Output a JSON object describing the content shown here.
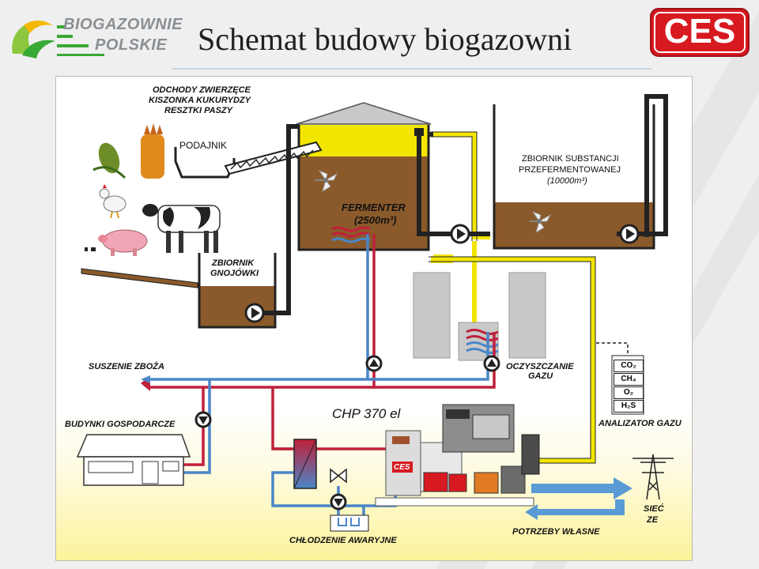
{
  "header": {
    "logo_line1": "BIOGAZOWNIE",
    "logo_line2": "POLSKIE",
    "title": "Schemat budowy biogazowni",
    "ces_logo": "CES"
  },
  "diagram": {
    "feedstock": [
      "ODCHODY ZWIERZĘCE",
      "KISZONKA KUKURYDZY",
      "RESZTKI PASZY"
    ],
    "feeder": "PODAJNIK",
    "fermenter_name": "FERMENTER",
    "fermenter_volume": "(2500m³)",
    "storage_line1": "ZBIORNIK SUBSTANCJI",
    "storage_line2": "PRZEFERMENTOWANEJ",
    "storage_volume": "(10000m³)",
    "slurry_line1": "ZBIORNIK",
    "slurry_line2": "GNOJÓWKI",
    "grain_drying": "SUSZENIE ZBOŻA",
    "farm_buildings": "BUDYNKI GOSPODARCZE",
    "chp": "CHP 370 el",
    "gas_cleaning_line1": "OCZYSZCZANIE",
    "gas_cleaning_line2": "GAZU",
    "gas_components": [
      "CO₂",
      "CH₄",
      "O₂",
      "H₂S"
    ],
    "gas_analyzer": "ANALIZATOR GAZU",
    "grid_line1": "SIEĆ",
    "grid_line2": "ZE",
    "own_needs": "POTRZEBY WŁASNE",
    "emergency_cooling": "CHŁODZENIE AWARYJNE",
    "engine_badge": "CES"
  },
  "colors": {
    "digestate": "#8b5a2b",
    "biogas": "#f2e600",
    "hot_pipe": "#c0203a",
    "cold_pipe": "#4a86c8",
    "tank_wall": "#222222",
    "brand_red": "#d71920",
    "arrow_blue": "#5b9bd5"
  },
  "icons": [
    "leaf-logo-icon",
    "corn-icon",
    "chicken-icon",
    "cow-icon",
    "pig-icon",
    "mixer-icon",
    "pump-icon",
    "heat-exchanger-icon",
    "valve-icon",
    "house-icon",
    "pylon-icon",
    "engine-icon"
  ]
}
